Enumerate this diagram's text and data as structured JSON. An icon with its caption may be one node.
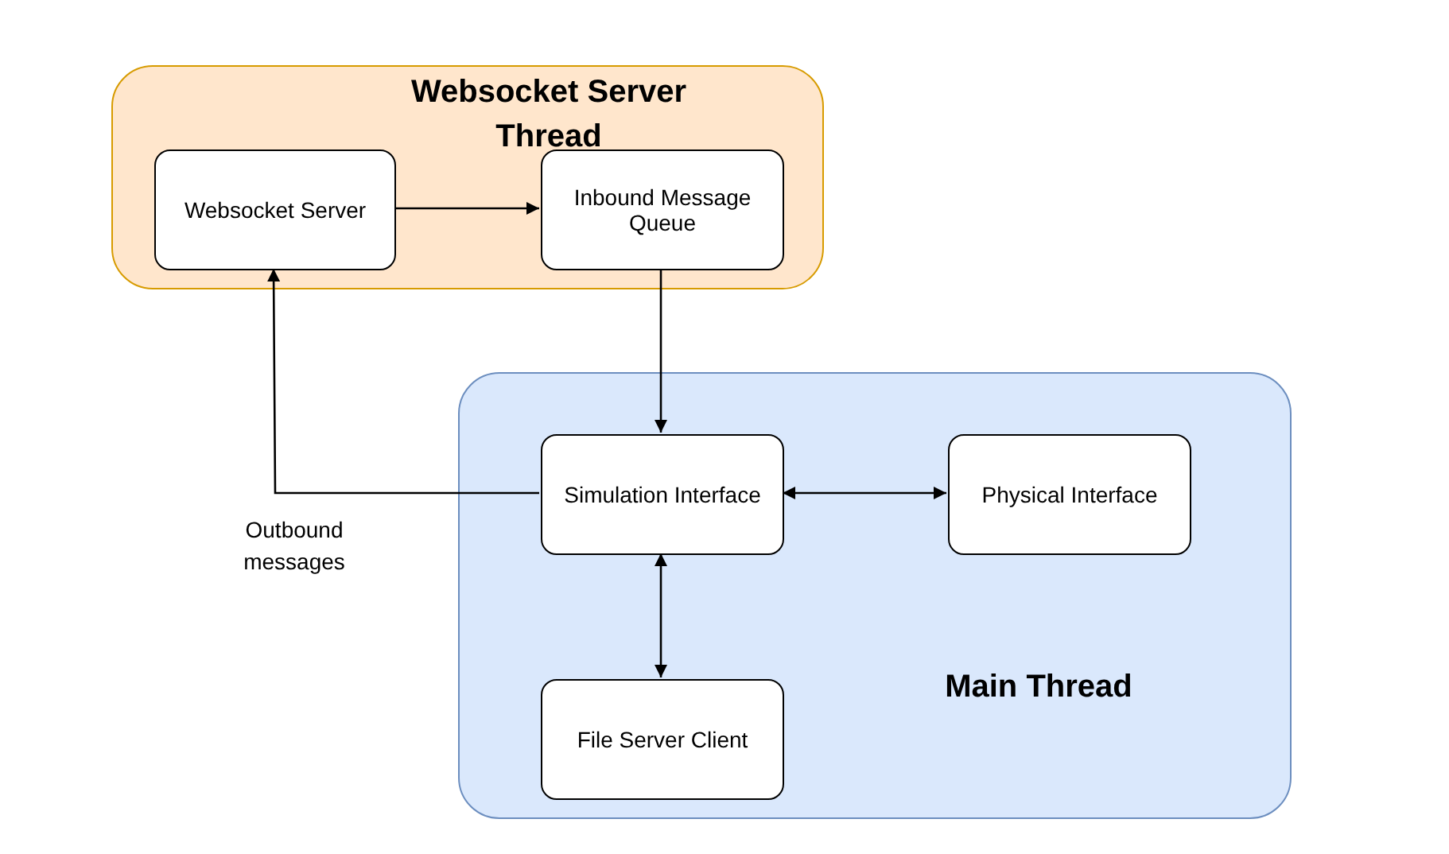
{
  "diagram": {
    "nodes": [
      {
        "text": [
          "Websocket Server Thread"
        ]
      },
      {
        "text": [
          "Websocket Server"
        ],
        "in": 0
      },
      {
        "text": [
          "Inbound Message Queue"
        ],
        "in": 0
      },
      {
        "text": [
          "Main Thread"
        ]
      },
      {
        "text": [
          "Simulation Interface"
        ],
        "in": 3
      },
      {
        "text": [
          "Physical Interface"
        ],
        "in": 3
      },
      {
        "text": [
          "File Server Client"
        ],
        "in": 3
      }
    ],
    "edges": [
      {
        "from": 1,
        "to": 2,
        "arrow": "to"
      },
      {
        "from": 2,
        "to": 4,
        "arrow": "to"
      },
      {
        "from": 4,
        "to": 1,
        "arrow": "to",
        "label": "Outbound messages"
      },
      {
        "from": 4,
        "to": 5,
        "arrow": "both"
      },
      {
        "from": 4,
        "to": 6,
        "arrow": "both"
      }
    ]
  }
}
